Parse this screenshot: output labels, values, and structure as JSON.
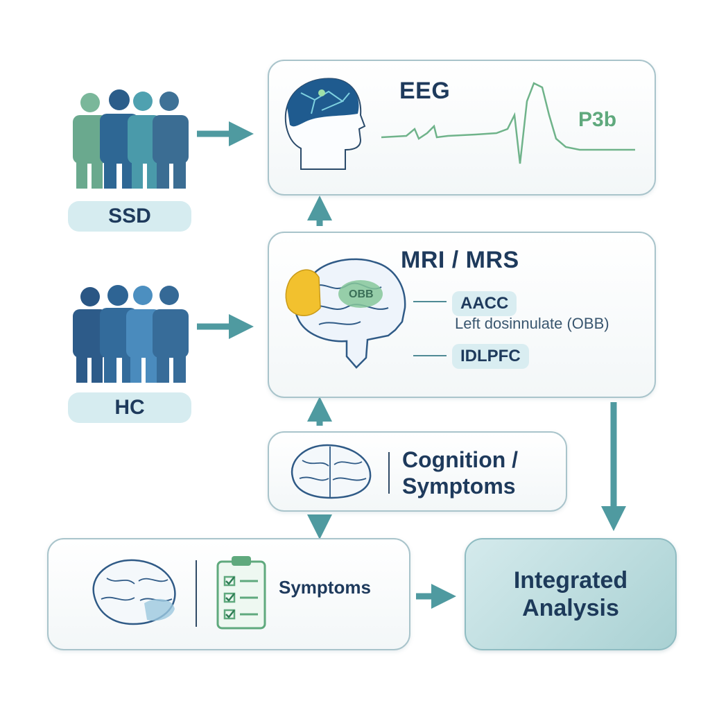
{
  "groups": {
    "ssd_label": "SSD",
    "hc_label": "HC"
  },
  "eeg": {
    "title": "EEG",
    "component": "P3b"
  },
  "mri": {
    "title": "MRI / MRS",
    "region_1": "AACC",
    "region_1_sub": "Left dosinnulate (OBB)",
    "region_2": "IDLPFC",
    "brain_tag": "OBB"
  },
  "cognition": {
    "title_line_1": "Cognition /",
    "title_line_2": "Symptoms"
  },
  "symptoms_box": {
    "label": "Symptoms"
  },
  "integrated": {
    "line_1": "Integrated",
    "line_2": "Analysis"
  },
  "colors": {
    "arrow": "#4f9aa0",
    "dark_blue": "#1e3a5c",
    "green": "#5fa97d",
    "yellow": "#f2c12e"
  }
}
